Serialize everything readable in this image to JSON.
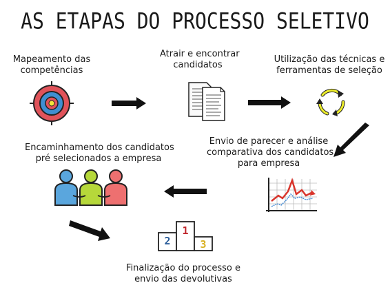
{
  "title": "AS ETAPAS DO PROCESSO SELETIVO",
  "steps": {
    "s1": {
      "line1": "Mapeamento das",
      "line2": "competências",
      "icon": "target-icon"
    },
    "s2": {
      "line1": "Atrair e encontrar",
      "line2": "candidatos",
      "icon": "documents-icon"
    },
    "s3": {
      "line1": "Utilização das  técnicas e",
      "line2": "ferramentas de seleção",
      "icon": "cycle-arrows-icon"
    },
    "s4": {
      "line1": "Envio de parecer e análise",
      "line2": "comparativa dos candidatos",
      "line3": "para empresa",
      "icon": "line-chart-icon"
    },
    "s5": {
      "line1": "Encaminhamento dos candidatos",
      "line2": "pré selecionados a empresa",
      "icon": "people-icon"
    },
    "s6": {
      "line1": "Finalização do processo e",
      "line2": "envio das devolutivas",
      "icon": "podium-icon"
    }
  },
  "podium": {
    "first": "1",
    "second": "2",
    "third": "3"
  },
  "colors": {
    "target_red": "#e0535a",
    "target_blue": "#3f8fd1",
    "target_yellow": "#f5e63a",
    "cycle_yellow": "#ecec2a",
    "person_blue": "#5aa6dd",
    "person_green": "#b6d83a",
    "person_red": "#ee7070",
    "podium_1": "#c0272d",
    "podium_2": "#2b5d9a",
    "podium_3": "#d8b020",
    "chart_red": "#d9342b",
    "chart_blue": "#4a90d9"
  }
}
